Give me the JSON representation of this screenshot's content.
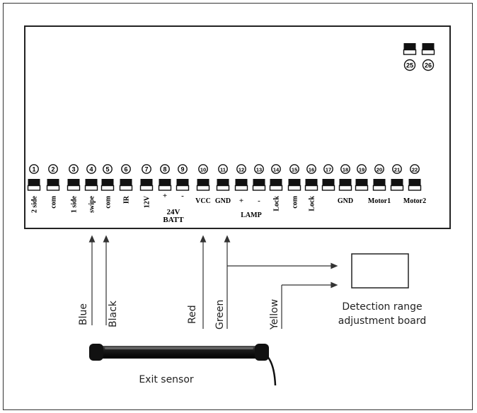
{
  "terminals": [
    {
      "number": "1",
      "labels": [
        "2 side"
      ]
    },
    {
      "number": "2",
      "labels": [
        "com"
      ]
    },
    {
      "number": "3",
      "labels": [
        "1 side"
      ]
    },
    {
      "number": "4",
      "labels": [
        "swipe"
      ]
    },
    {
      "number": "5",
      "labels": [
        "com"
      ]
    },
    {
      "number": "6",
      "labels": [
        "IR"
      ]
    },
    {
      "number": "7",
      "labels": [
        "12V"
      ]
    },
    {
      "number": "8",
      "labels": []
    },
    {
      "number": "9",
      "labels": []
    },
    {
      "number": "10",
      "labels": [
        "VCC"
      ]
    },
    {
      "number": "11",
      "labels": [
        "GND"
      ]
    },
    {
      "number": "12",
      "labels": []
    },
    {
      "number": "13",
      "labels": []
    },
    {
      "number": "14",
      "labels": [
        "Lock"
      ]
    },
    {
      "number": "15",
      "labels": [
        "com"
      ]
    },
    {
      "number": "16",
      "labels": [
        "Lock"
      ]
    },
    {
      "number": "17",
      "labels": []
    },
    {
      "number": "18",
      "labels": [
        "GND"
      ]
    },
    {
      "number": "19",
      "labels": []
    },
    {
      "number": "20",
      "labels": [
        "Motor1"
      ]
    },
    {
      "number": "21",
      "labels": []
    },
    {
      "number": "22",
      "labels": [
        "Motor2"
      ]
    }
  ],
  "aux_terminals": [
    "25",
    "26"
  ],
  "group_labels": {
    "batt_plus": "+",
    "batt_minus": "-",
    "batt_line1": "24V",
    "batt_line2": "BATT",
    "lamp_plus": "+",
    "lamp_minus": "-",
    "lamp": "LAMP"
  },
  "wires": {
    "blue": "Blue",
    "black": "Black",
    "red": "Red",
    "green": "Green",
    "yellow": "Yellow"
  },
  "detection_board": {
    "line1": "Detection range",
    "line2": "adjustment board"
  },
  "exit_sensor": "Exit sensor"
}
